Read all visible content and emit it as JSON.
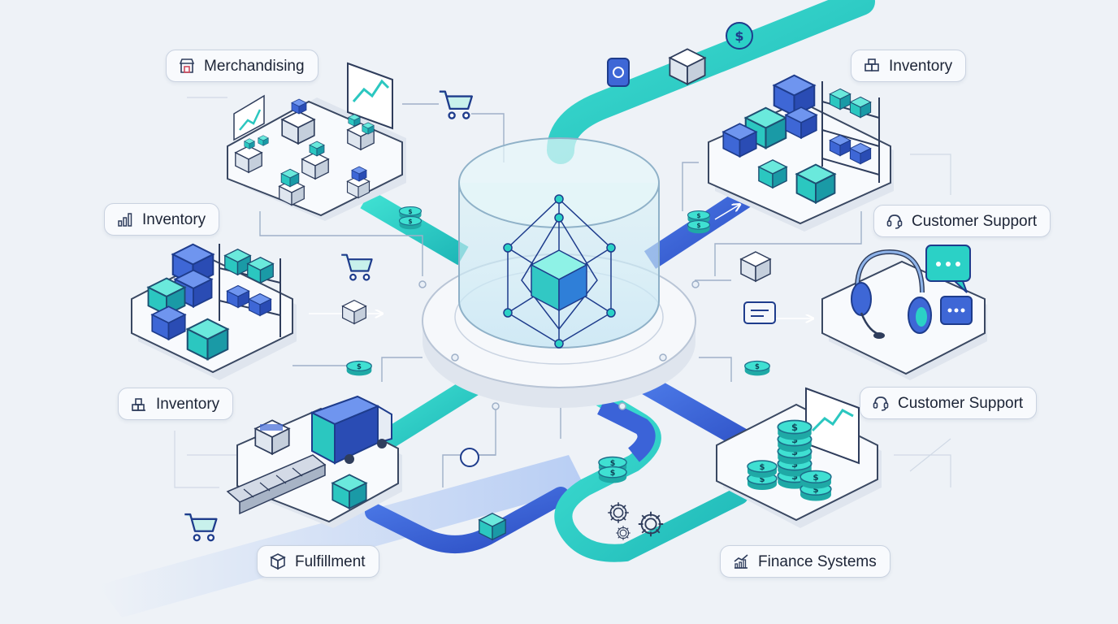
{
  "labels": {
    "merchandising": "Merchandising",
    "inventory_top_right": "Inventory",
    "inventory_left": "Inventory",
    "customer_support_right": "Customer Support",
    "inventory_left_lower": "Inventory",
    "customer_support_right_lower": "Customer Support",
    "fulfillment": "Fulfillment",
    "finance_systems": "Finance Systems"
  },
  "icons": {
    "merchandising": "storefront-icon",
    "inventory_top_right": "boxes-icon",
    "inventory_left": "bar-chart-icon",
    "customer_support_right": "headset-icon",
    "inventory_left_lower": "stacked-boxes-icon",
    "customer_support_right_lower": "headset-icon",
    "fulfillment": "package-icon",
    "finance_systems": "trend-chart-icon"
  },
  "colors": {
    "background": "#eef2f7",
    "teal": "#2bd1c6",
    "blue": "#3b63d8",
    "navy": "#1e3c8c",
    "platform": "#f4f7fb",
    "outline": "#2f3d5c"
  },
  "coins": {
    "symbol": "$"
  }
}
